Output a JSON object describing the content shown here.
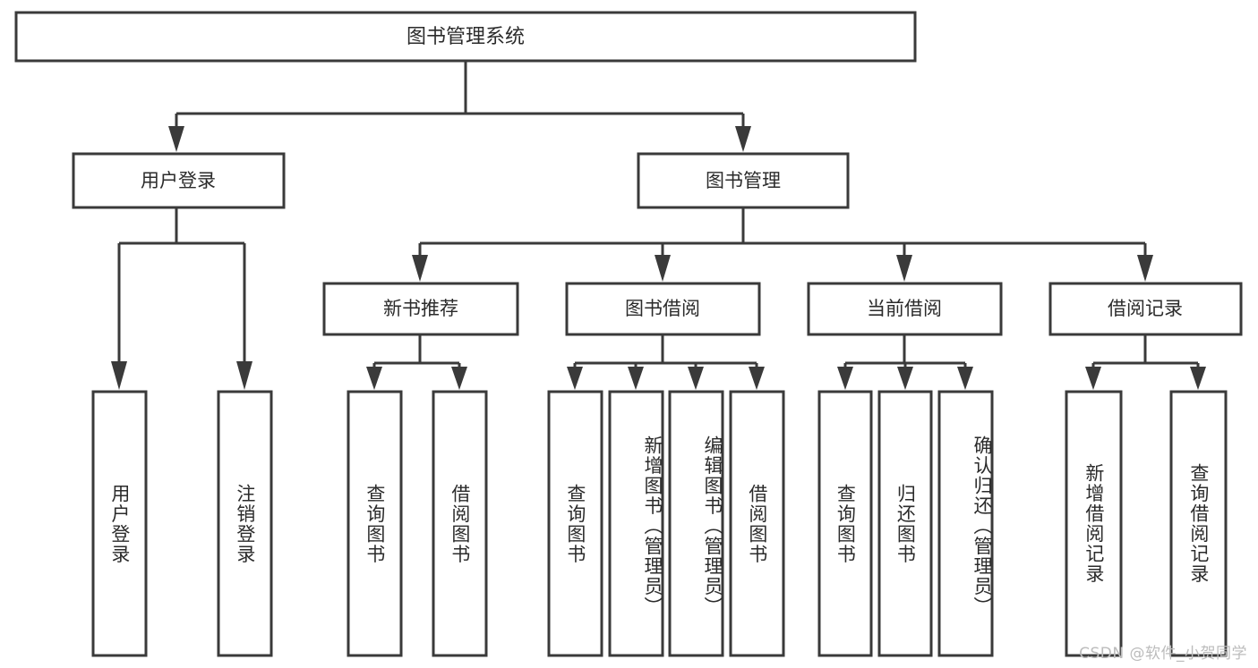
{
  "diagram": {
    "title": "图书管理系统",
    "type": "tree-hierarchy-diagram",
    "root": {
      "id": "root",
      "label": "图书管理系统"
    },
    "level2": [
      {
        "id": "user-login",
        "label": "用户登录"
      },
      {
        "id": "book-manage",
        "label": "图书管理"
      }
    ],
    "level3": [
      {
        "id": "new-book-recommend",
        "label": "新书推荐"
      },
      {
        "id": "book-borrow",
        "label": "图书借阅"
      },
      {
        "id": "current-borrow",
        "label": "当前借阅"
      },
      {
        "id": "borrow-record",
        "label": "借阅记录"
      }
    ],
    "leaves": [
      {
        "id": "leaf-user-login",
        "label": "用户登录",
        "parent": "user-login"
      },
      {
        "id": "leaf-logout-login",
        "label": "注销登录",
        "parent": "user-login"
      },
      {
        "id": "leaf-query-book-1",
        "label": "查询图书",
        "parent": "new-book-recommend"
      },
      {
        "id": "leaf-borrow-book-1",
        "label": "借阅图书",
        "parent": "new-book-recommend"
      },
      {
        "id": "leaf-query-book-2",
        "label": "查询图书",
        "parent": "book-borrow"
      },
      {
        "id": "leaf-add-book",
        "label": "新增图书（管理员）",
        "parent": "book-borrow"
      },
      {
        "id": "leaf-edit-book",
        "label": "编辑图书（管理员）",
        "parent": "book-borrow"
      },
      {
        "id": "leaf-borrow-book-2",
        "label": "借阅图书",
        "parent": "book-borrow"
      },
      {
        "id": "leaf-query-book-3",
        "label": "查询图书",
        "parent": "current-borrow"
      },
      {
        "id": "leaf-return-book",
        "label": "归还图书",
        "parent": "current-borrow"
      },
      {
        "id": "leaf-confirm-return",
        "label": "确认归还（管理员）",
        "parent": "current-borrow"
      },
      {
        "id": "leaf-add-record",
        "label": "新增借阅记录",
        "parent": "borrow-record"
      },
      {
        "id": "leaf-query-record",
        "label": "查询借阅记录",
        "parent": "borrow-record"
      }
    ]
  },
  "watermark": {
    "text": "CSDN @软件_小贺同学"
  },
  "colors": {
    "box_stroke": "#3a3a3a",
    "box_fill": "#ffffff",
    "text": "#2b2b2b",
    "watermark": "#bcbcbc",
    "background": "#ffffff"
  }
}
